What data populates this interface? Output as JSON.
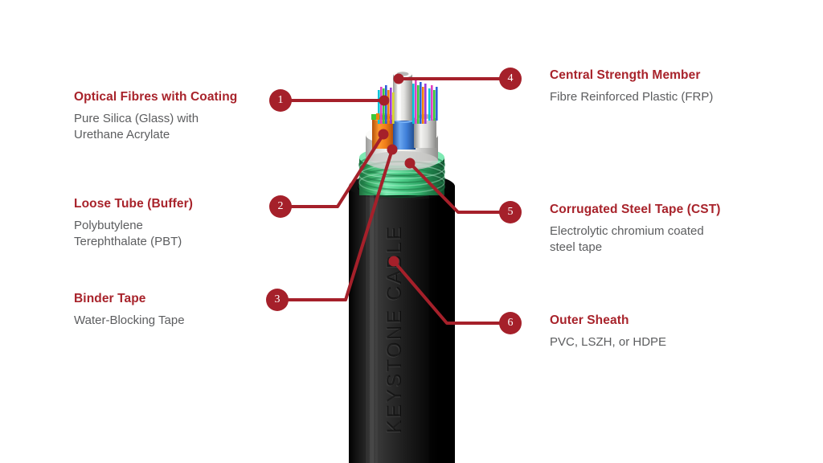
{
  "diagram": {
    "subject": "Fibre optic cable construction cutaway",
    "brand_text": "KEYSTONE CABLE",
    "background_color": "#FFFFFF",
    "accent_color": "#A8232B",
    "body_text_color": "#5C5D5F"
  },
  "callouts": [
    {
      "number": "1",
      "title": "Optical Fibres with Coating",
      "desc": "Pure Silica (Glass) with\nUrethane Acrylate",
      "side": "left"
    },
    {
      "number": "2",
      "title": "Loose Tube (Buffer)",
      "desc": "Polybutylene\nTerephthalate (PBT)",
      "side": "left"
    },
    {
      "number": "3",
      "title": "Binder Tape",
      "desc": "Water-Blocking Tape",
      "side": "left"
    },
    {
      "number": "4",
      "title": "Central Strength Member",
      "desc": "Fibre Reinforced Plastic (FRP)",
      "side": "right"
    },
    {
      "number": "5",
      "title": "Corrugated Steel Tape (CST)",
      "desc": "Electrolytic chromium coated\nsteel tape",
      "side": "right"
    },
    {
      "number": "6",
      "title": "Outer Sheath",
      "desc": "PVC, LSZH, or HDPE",
      "side": "right"
    }
  ],
  "cable_layers": {
    "outer_sheath_color": "#111111",
    "corrugated_steel_tape_color": "#4FCE8A",
    "binder_tape_color": "#F2F2F0",
    "loose_tube_colors": [
      "#F07D18",
      "#3F7FD8",
      "#DCDCDC"
    ],
    "strength_member_color": "#E8E8E6",
    "fibre_colors": [
      "#00C2D8",
      "#E040C0",
      "#3AC93A",
      "#2E5FD8",
      "#F0820A",
      "#9C3AD8",
      "#D8D82E"
    ]
  }
}
